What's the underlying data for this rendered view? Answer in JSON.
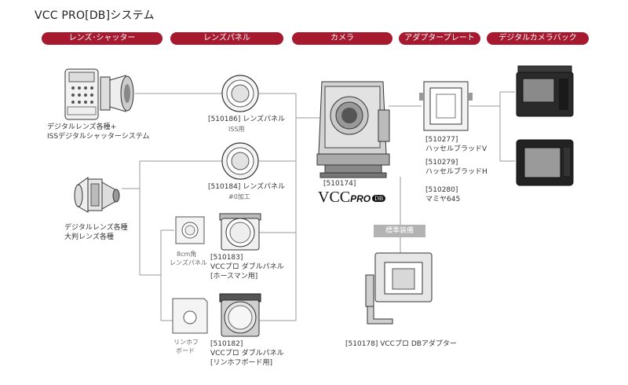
{
  "title": "VCC PRO[DB]システム",
  "headers": {
    "lens_shutter": "レンズ･シャッター",
    "lens_panel": "レンズパネル",
    "camera": "カメラ",
    "adapter_plate": "アダプタープレート",
    "digital_back": "デジタルカメラバック"
  },
  "lens_shutter": {
    "digital_label_1": "デジタルレンズ各種+",
    "digital_label_2": "ISSデジタルシャッターシステム",
    "large_label_1": "デジタルレンズ各種",
    "large_label_2": "大判レンズ各種"
  },
  "lens_panels": {
    "p510186_name": "[510186] レンズパネル",
    "p510186_sub": "ISS用",
    "p510184_name": "[510184] レンズパネル",
    "p510184_sub": "#0加工",
    "board8cm_1": "8cm角",
    "board8cm_2": "レンズパネル",
    "p510183_1": "[510183]",
    "p510183_2": "VCCプロ ダブルパネル",
    "p510183_3": "[ホースマン用]",
    "linhof_1": "リンホフ",
    "linhof_2": "ボード",
    "p510182_1": "[510182]",
    "p510182_2": "VCCプロ ダブルパネル",
    "p510182_3": "[リンホフボード用]"
  },
  "camera": {
    "code": "[510174]",
    "model_prefix": "VCC",
    "model_pro": "PRO",
    "model_db": "DB",
    "standard_label": "標準装備",
    "db_adapter": "[510178] VCCプロ DBアダプター"
  },
  "adapter_plate": {
    "a510277_code": "[510277]",
    "a510277_name": "ハッセルブラッドV",
    "a510279_code": "[510279]",
    "a510279_name": "ハッセルブラッドH",
    "a510280_code": "[510280]",
    "a510280_name": "マミヤ645"
  },
  "colors": {
    "accent": "#a6192e",
    "line": "#9a9a9a",
    "badge": "#b3b3b3"
  }
}
